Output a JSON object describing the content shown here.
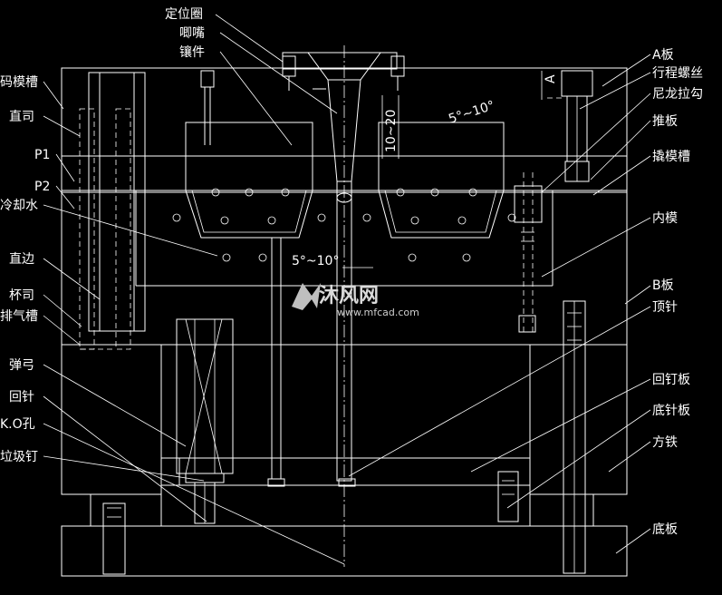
{
  "labels": {
    "locating_ring": "定位圈",
    "sprue_bushing": "唧嘴",
    "insert": "镶件",
    "a_plate": "A板",
    "travel_screw": "行程螺丝",
    "nylon_puller": "尼龙拉勾",
    "push_plate": "推板",
    "pry_slot": "撬模槽",
    "core": "内模",
    "b_plate": "B板",
    "ejector_pin": "顶针",
    "ejector_retainer": "回钉板",
    "ejector_base": "底针板",
    "spacer": "方铁",
    "bottom_plate": "底板",
    "clamp_slot": "码模槽",
    "guide_bush": "直司",
    "p1": "P1",
    "p2": "P2",
    "cooling": "冷却水",
    "straight_edge": "直边",
    "cup_bush": "杯司",
    "vent_slot": "排气槽",
    "spring": "弹弓",
    "return_pin": "回针",
    "ko_hole": "K.O孔",
    "stop_pin": "垃圾钉"
  },
  "dims": {
    "draft_top": "5°~10°",
    "draft_mid": "5°~10°",
    "depth": "10~20",
    "section": "A"
  },
  "watermark": {
    "brand": "沐风网",
    "url": "www.mfcad.com"
  },
  "colors": {
    "background": "#000000",
    "line": "#ffffff"
  }
}
